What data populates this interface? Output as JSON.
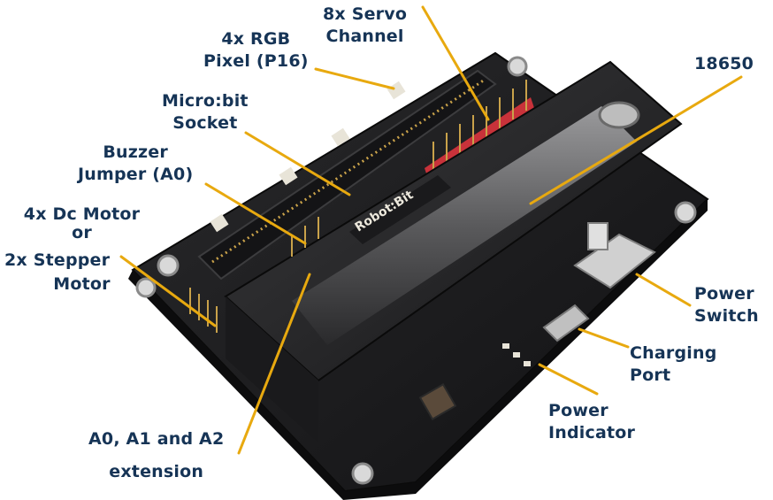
{
  "title": "Micro:bit robot expansion board — labeled components",
  "board_silkscreen": "Robot:Bit",
  "colors": {
    "label_text": "#163456",
    "leader_line": "#e8a90f",
    "pcb": "#1c1c1e",
    "servo_header_red": "#c8323a",
    "servo_header_blue": "#2f66b8"
  },
  "labels": {
    "servo": {
      "line1": "8x Servo",
      "line2": "Channel"
    },
    "rgb": {
      "line1": "4x RGB",
      "line2": "Pixel (P16)"
    },
    "battery": {
      "line1": "18650"
    },
    "socket": {
      "line1": "Micro:bit",
      "line2": "Socket"
    },
    "buzzer": {
      "line1": "Buzzer",
      "line2": "Jumper (A0)"
    },
    "motor": {
      "line1": "4x Dc Motor",
      "line2": "or",
      "line3": "2x Stepper",
      "line4": "Motor"
    },
    "switch": {
      "line1": "Power",
      "line2": "Switch"
    },
    "charging": {
      "line1": "Charging",
      "line2": "Port"
    },
    "indicator": {
      "line1": "Power",
      "line2": "Indicator"
    },
    "extension": {
      "line1": "A0, A1 and A2",
      "line2": "extension"
    }
  }
}
